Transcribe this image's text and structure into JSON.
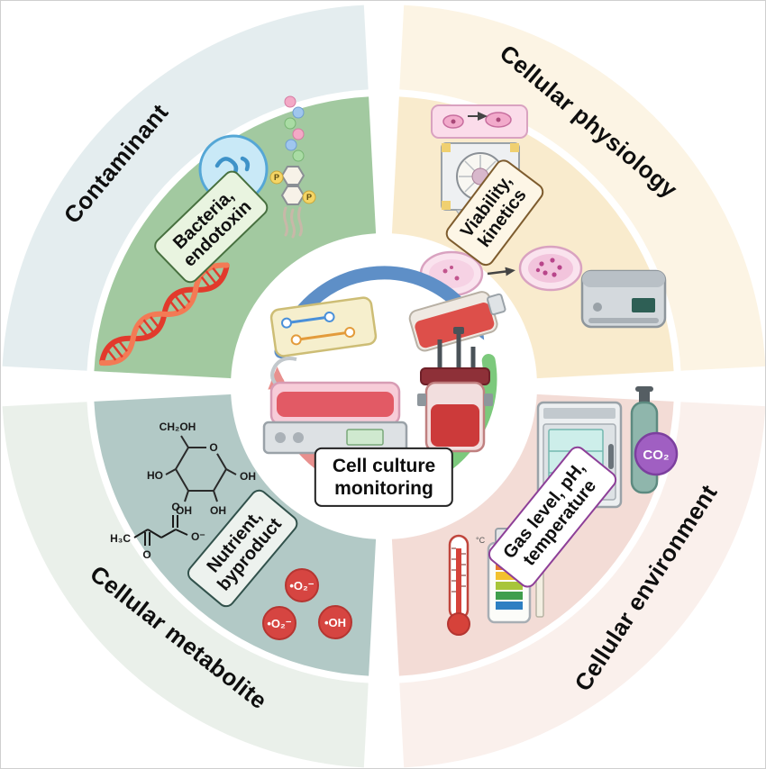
{
  "center": {
    "label": {
      "line1": "Cell culture",
      "line2": "monitoring"
    }
  },
  "quadrants": {
    "contaminant": {
      "outer_label": "Contaminant",
      "inner_line1": "Bacteria,",
      "inner_line2": "endotoxin"
    },
    "physiology": {
      "outer_label": "Cellular physiology",
      "inner_line1": "Viability,",
      "inner_line2": "kinetics"
    },
    "metabolite": {
      "outer_label": "Cellular metabolite",
      "inner_line1": "Nutrient,",
      "inner_line2": "byproduct"
    },
    "environment": {
      "outer_label": "Cellular environment",
      "inner_line1": "Gas level, pH,",
      "inner_line2": "temperature"
    }
  },
  "chemistry": {
    "glucose": {
      "ch2oh": "CH₂OH",
      "ring_o": "O",
      "oh_right": "OH",
      "oh_bottom_right": "OH",
      "oh_bottom_left": "OH",
      "ho_left": "HO"
    },
    "pyruvate": {
      "h3c": "H₃C",
      "o_top": "O",
      "o_bottom": "O",
      "o_minus": "O⁻"
    },
    "ros": {
      "superoxide_1": "•O₂⁻",
      "superoxide_2": "•O₂⁻",
      "hydroxyl": "•OH"
    },
    "phosphate": "P",
    "co2": "CO₂",
    "celsius": "°C"
  },
  "colors": {
    "contaminant_outer": "#e4edef",
    "contaminant_inner": "#a2c9a0",
    "physiology_outer": "#fcf4e4",
    "physiology_inner": "#f9ebcd",
    "metabolite_outer": "#eaf0ea",
    "metabolite_inner": "#b2c9c6",
    "environment_outer": "#faf0ec",
    "environment_inner": "#f3dcd6",
    "cycle_arrow_blue": "#5e8fc7",
    "cycle_arrow_green": "#7cc97c",
    "cycle_arrow_red": "#e8908e"
  }
}
